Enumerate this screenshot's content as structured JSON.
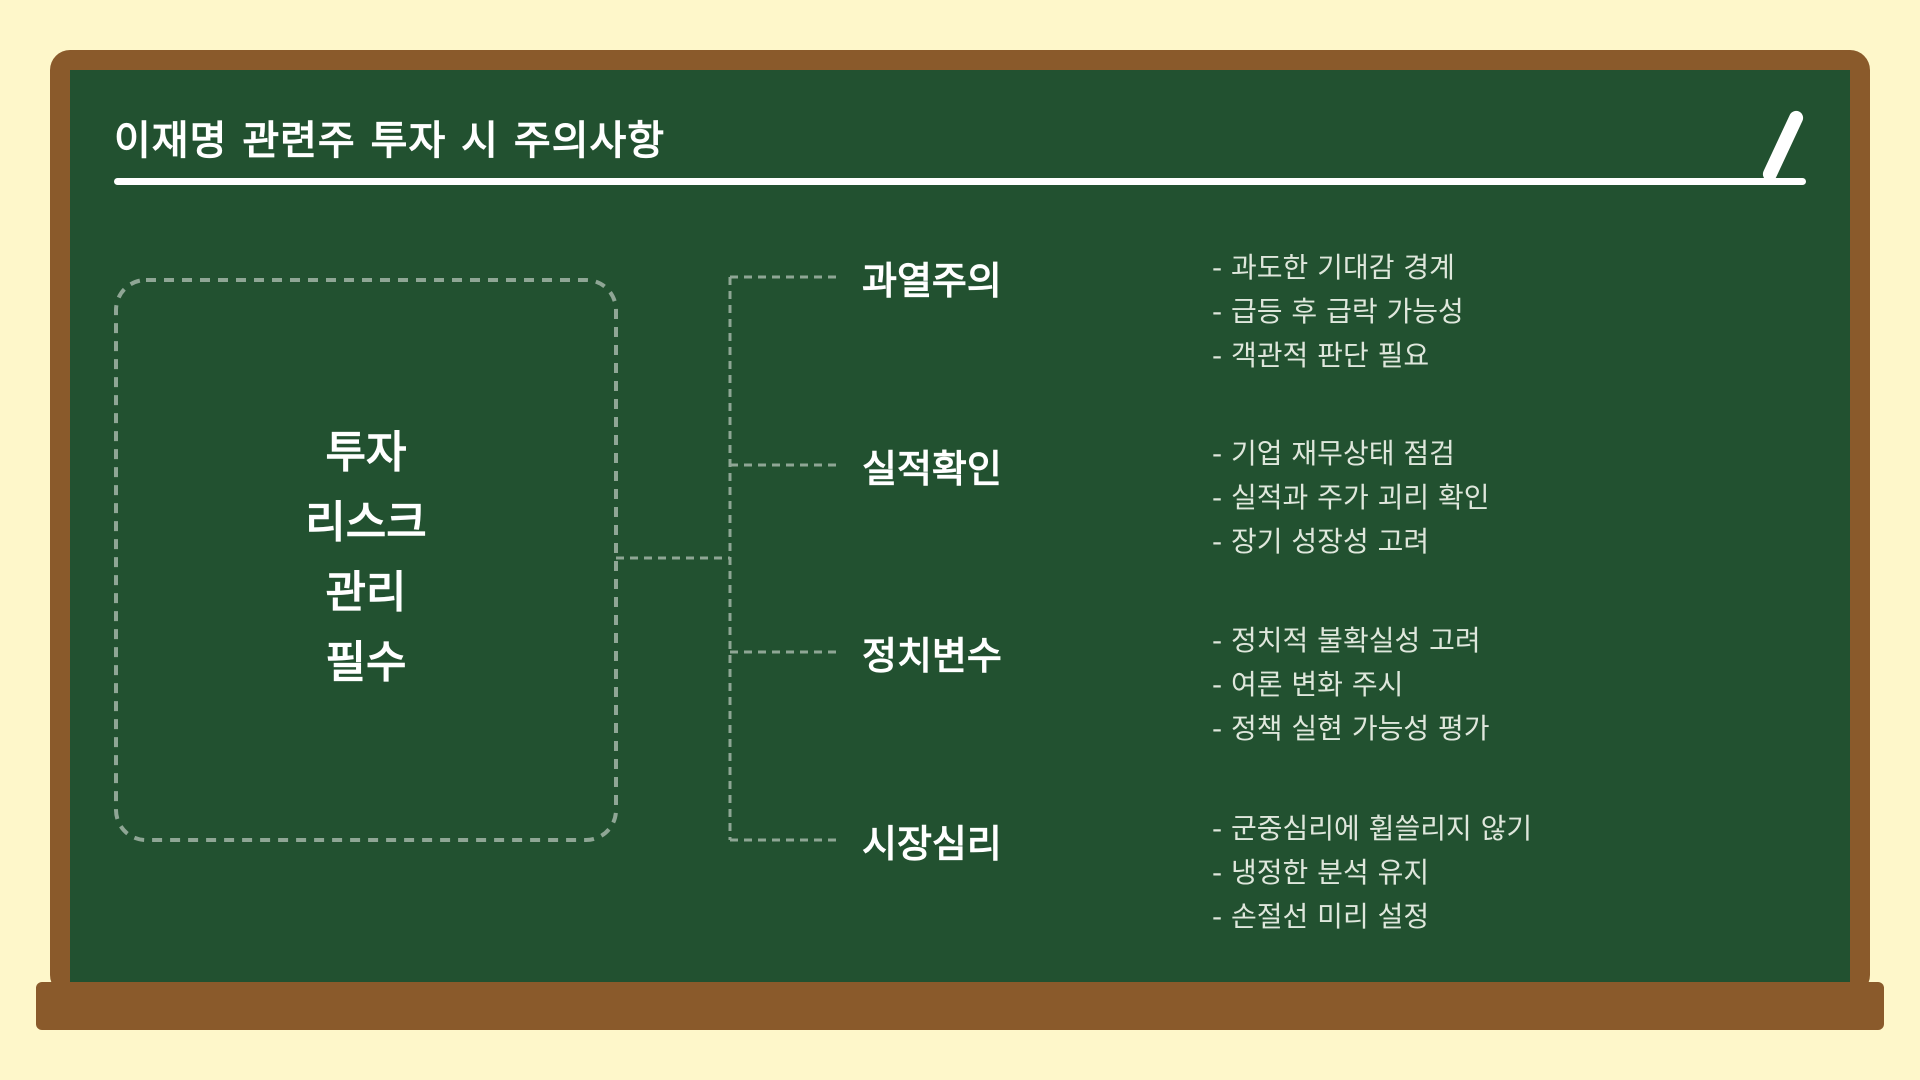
{
  "title": "이재명 관련주 투자 시 주의사항",
  "center": {
    "lines": [
      "투자",
      "리스크",
      "관리",
      "필수"
    ]
  },
  "branches": [
    {
      "label": "과열주의",
      "items": [
        "- 과도한 기대감 경계",
        "- 급등 후 급락 가능성",
        "- 객관적 판단 필요"
      ]
    },
    {
      "label": "실적확인",
      "items": [
        "- 기업 재무상태 점검",
        "- 실적과 주가 괴리 확인",
        "- 장기 성장성 고려"
      ]
    },
    {
      "label": "정치변수",
      "items": [
        "- 정치적 불확실성 고려",
        "- 여론 변화 주시",
        "- 정책 실현 가능성 평가"
      ]
    },
    {
      "label": "시장심리",
      "items": [
        "- 군중심리에 휩쓸리지 않기",
        "- 냉정한 분석 유지",
        "- 손절선 미리 설정"
      ]
    }
  ],
  "colors": {
    "background": "#fef7ca",
    "frame": "#8a5a2b",
    "board": "#225130",
    "chalk": "#ffffff",
    "dashed": "#8fa695"
  }
}
